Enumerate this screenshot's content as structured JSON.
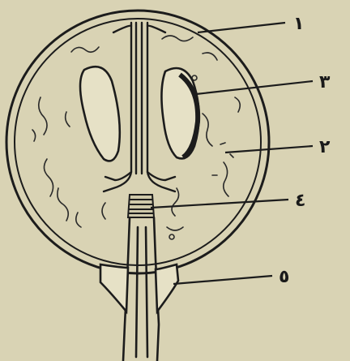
{
  "figure": {
    "background": "#d9d3b4",
    "ink": "#1c1c1c",
    "labels": [
      {
        "id": "1",
        "text": "١"
      },
      {
        "id": "2",
        "text": "٢"
      },
      {
        "id": "3",
        "text": "٣"
      },
      {
        "id": "4",
        "text": "٤"
      },
      {
        "id": "5",
        "text": "٥"
      }
    ]
  }
}
